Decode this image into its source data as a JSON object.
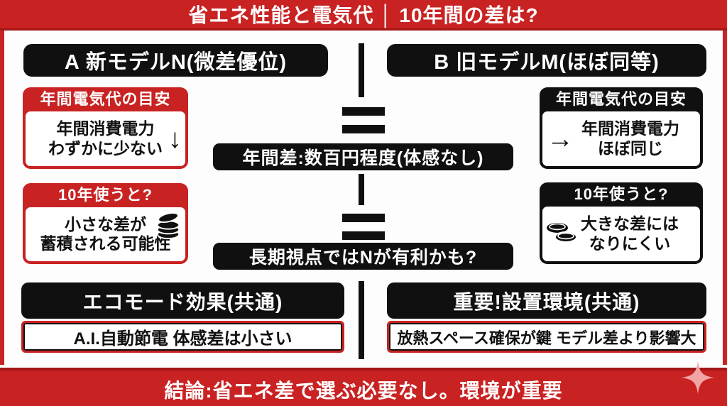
{
  "title_bar": {
    "text": "省エネ性能と電気代 │ 10年間の差は?"
  },
  "model_a": {
    "header": "A 新モデルN(微差優位)",
    "annual_card": {
      "label": "年間電気代の目安",
      "line1": "年間消費電力",
      "line2": "わずかに少ない",
      "arrow": "↓"
    },
    "decade_card": {
      "label": "10年使うと?",
      "line1": "小さな差が",
      "line2": "蓄積される可能性",
      "icon": "coins-stack"
    }
  },
  "model_b": {
    "header": "B 旧モデルM(ほぼ同等)",
    "annual_card": {
      "label": "年間電気代の目安",
      "line1": "年間消費電力",
      "line2": "ほぼ同じ",
      "arrow": "→"
    },
    "decade_card": {
      "label": "10年使うと?",
      "line1": "大きな差には",
      "line2": "なりにくい",
      "icon": "coins-pair"
    }
  },
  "center": {
    "equals_symbol": "=",
    "note1": "年間差:数百円程度(体感なし)",
    "note2": "長期視点ではNが有利かも?"
  },
  "common_sections": [
    {
      "header": "エコモード効果(共通)",
      "detail": "A.I.自動節電 体感差は小さい"
    },
    {
      "header": "重要!設置環境(共通)",
      "detail": "放熱スペース確保が鍵 モデル差より影響大"
    }
  ],
  "footer": {
    "conclusion": "結論:省エネ差で選ぶ必要なし。環境が重要",
    "icon": "sparkle"
  },
  "colors": {
    "red": "#c92222",
    "dark_red": "#a31717",
    "black": "#101010",
    "white": "#ffffff",
    "sparkle_pink": "#f2a5a5"
  }
}
